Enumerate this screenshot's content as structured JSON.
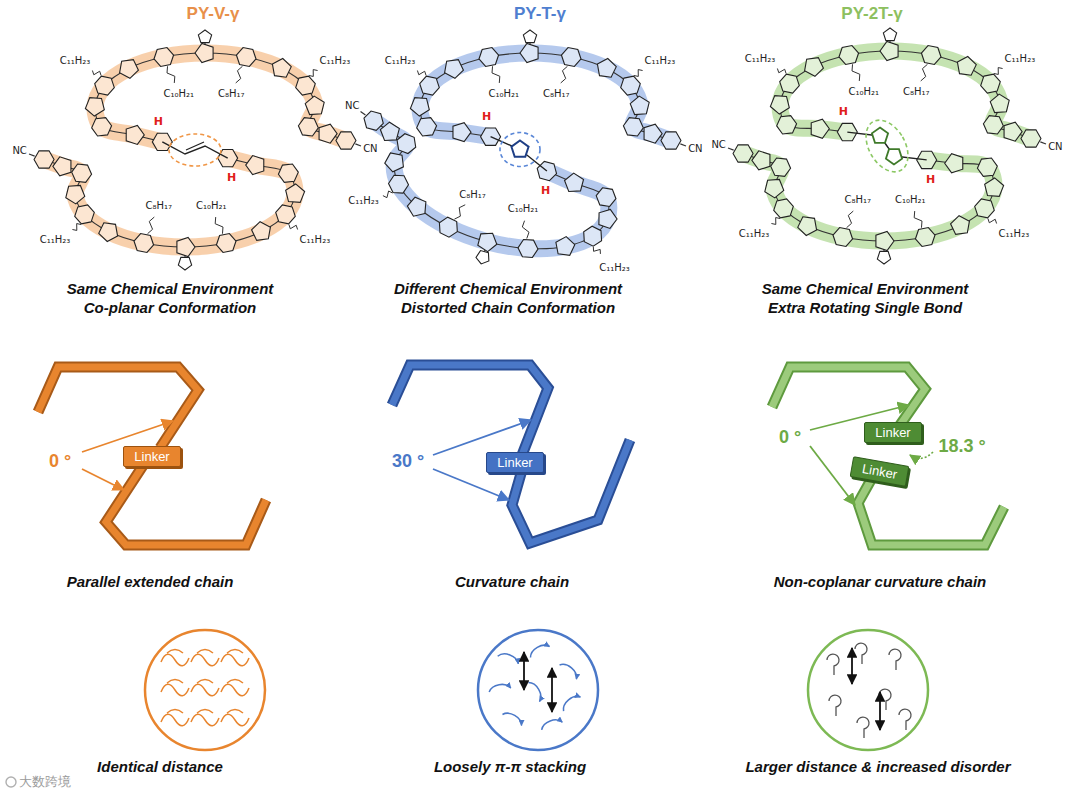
{
  "diagram": {
    "nodes": [
      {
        "text": [
          "Linker"
        ]
      },
      {
        "text": [
          "Linker"
        ]
      },
      {
        "text": [
          "Linker"
        ]
      },
      {
        "text": [
          "Linker"
        ]
      }
    ],
    "labels": [
      "PY-V-γ",
      "PY-T-γ",
      "PY-2T-γ",
      "C₁₁H₂₃",
      "C₁₁H₂₃",
      "C₁₀H₂₁",
      "C₈H₁₇",
      "CN",
      "H",
      "C₁₁H₂₃",
      "C₁₁H₂₃",
      "C₁₀H₂₁",
      "C₈H₁₇",
      "NC",
      "H",
      "C₁₁H₂₃",
      "C₁₁H₂₃",
      "C₁₀H₂₁",
      "C₈H₁₇",
      "CN",
      "H",
      "C₁₁H₂₃",
      "C₁₁H₂₃",
      "C₁₀H₂₁",
      "C₈H₁₇",
      "NC",
      "H",
      "C₁₁H₂₃",
      "C₁₁H₂₃",
      "C₁₀H₂₁",
      "C₈H₁₇",
      "CN",
      "H",
      "C₁₁H₂₃",
      "C₁₁H₂₃",
      "C₁₀H₂₁",
      "C₈H₁₇",
      "NC",
      "H",
      "Same Chemical Environment",
      "Co-planar Conformation",
      "Different Chemical Environment",
      "Distorted Chain Conformation",
      "Same Chemical Environment",
      "Extra Rotating Single Bond",
      "0 °",
      "30 °",
      "0 °",
      "18.3 °",
      "Parallel extended chain",
      "Curvature chain",
      "Non-coplanar curvature chain",
      "Identical distance",
      "Loosely π-π stacking",
      "Larger distance & increased disorder",
      "大数跨境"
    ]
  }
}
